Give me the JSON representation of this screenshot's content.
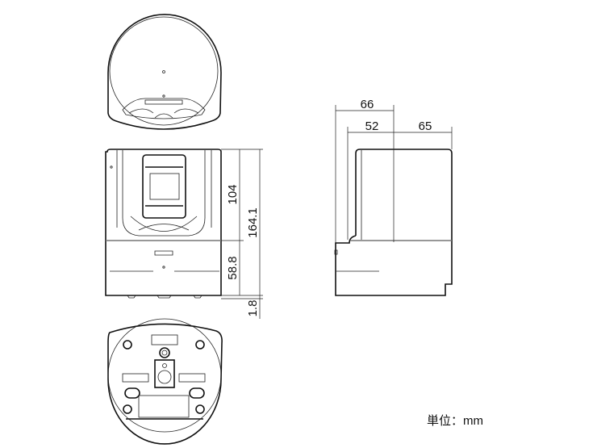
{
  "drawing": {
    "views": [
      "top-view",
      "front-view",
      "bottom-view",
      "side-view"
    ],
    "dimensions": {
      "front_upper_height": "104",
      "front_total_height": "164.1",
      "front_lower_height": "58.8",
      "front_foot_height": "1.8",
      "side_total_depth": "66",
      "side_front_depth": "52",
      "side_rear_depth": "65"
    },
    "unit_label": "単位：mm",
    "line_color": "#111111"
  }
}
